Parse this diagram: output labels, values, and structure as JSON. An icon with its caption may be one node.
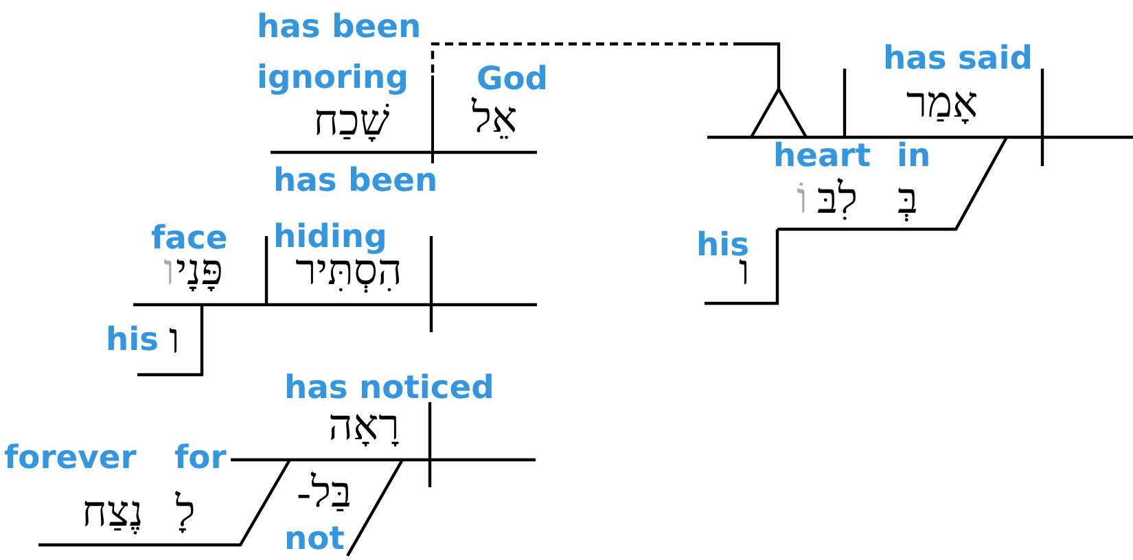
{
  "diagram": {
    "nodes": [
      {
        "text": [],
        "shape": "line"
      },
      {
        "text": [],
        "shape": "triangle"
      }
    ],
    "edges": [
      {
        "from": 1,
        "to": 0,
        "arrow": "none",
        "style": "dashed"
      }
    ],
    "labels": [
      "has been ignoring",
      "שָׁכַח",
      "God",
      "אֵל",
      "has said",
      "אָמַר",
      "heart",
      "לִבּ",
      "וֹ",
      "in",
      "בְּ",
      "his",
      "ו",
      "has been hiding",
      "הִסְתִּיר",
      "face",
      "פָּנָי",
      "ו",
      "his",
      "ו",
      "has noticed",
      "רָאָה",
      "forever",
      "נֶצַח",
      "for",
      "לָ",
      "בַּל-",
      "not"
    ]
  }
}
